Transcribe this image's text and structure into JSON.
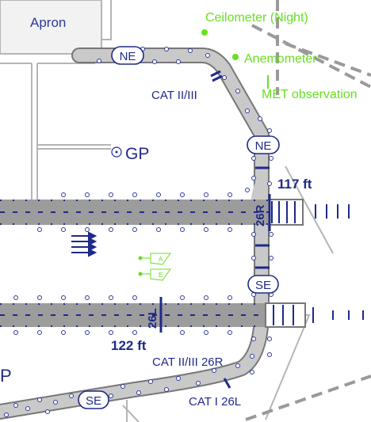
{
  "labels": {
    "apron": "Apron",
    "gp": "GP",
    "p": "P",
    "ceilometer": "Ceilometer (Night)",
    "anemometer": "Anemometer",
    "met": "MET observation",
    "cat_upper": "CAT II/III",
    "cat_lower_1": "CAT II/III 26R",
    "cat_lower_2": "CAT I 26L",
    "runway_26r": "26R",
    "runway_26l": "26L",
    "dist_117": "117 ft",
    "dist_122": "122 ft",
    "taxi_ne_1": "NE",
    "taxi_ne_2": "NE",
    "taxi_se_1": "SE",
    "taxi_se_2": "SE",
    "sign_a": "A",
    "sign_e": "E"
  },
  "colors": {
    "navy": "#1f2a8a",
    "green": "#66e01f",
    "runway": "#9c9c9c",
    "taxiway": "#c9c9c9",
    "outline": "#777777",
    "light_ring": "#2d3a9a",
    "gray_line": "#b5b5b5"
  },
  "icons": {
    "runway_lights": "dashed-bar-icon",
    "taxi_light": "ring-icon",
    "approach_arrows": "arrow-icon",
    "met_sensor": "dot-icon"
  }
}
